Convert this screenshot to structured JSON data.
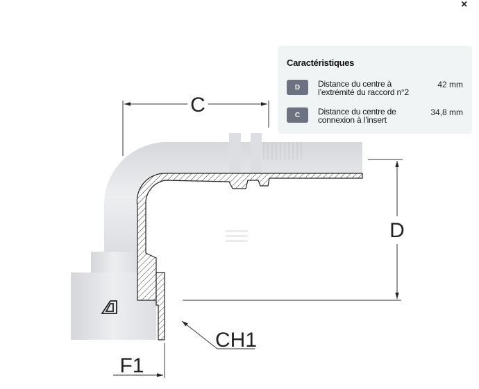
{
  "close_label": "×",
  "panel": {
    "title": "Caractéristiques",
    "items": [
      {
        "badge": "D",
        "description": "Distance du centre à l’extrémité du raccord n°2",
        "value": "42 mm"
      },
      {
        "badge": "C",
        "description": "Distance du centre de connexion à l’insert",
        "value": "34,8 mm"
      }
    ]
  },
  "drawing": {
    "labels": {
      "c": "C",
      "d": "D",
      "ch1": "CH1",
      "f1": "F1"
    }
  }
}
